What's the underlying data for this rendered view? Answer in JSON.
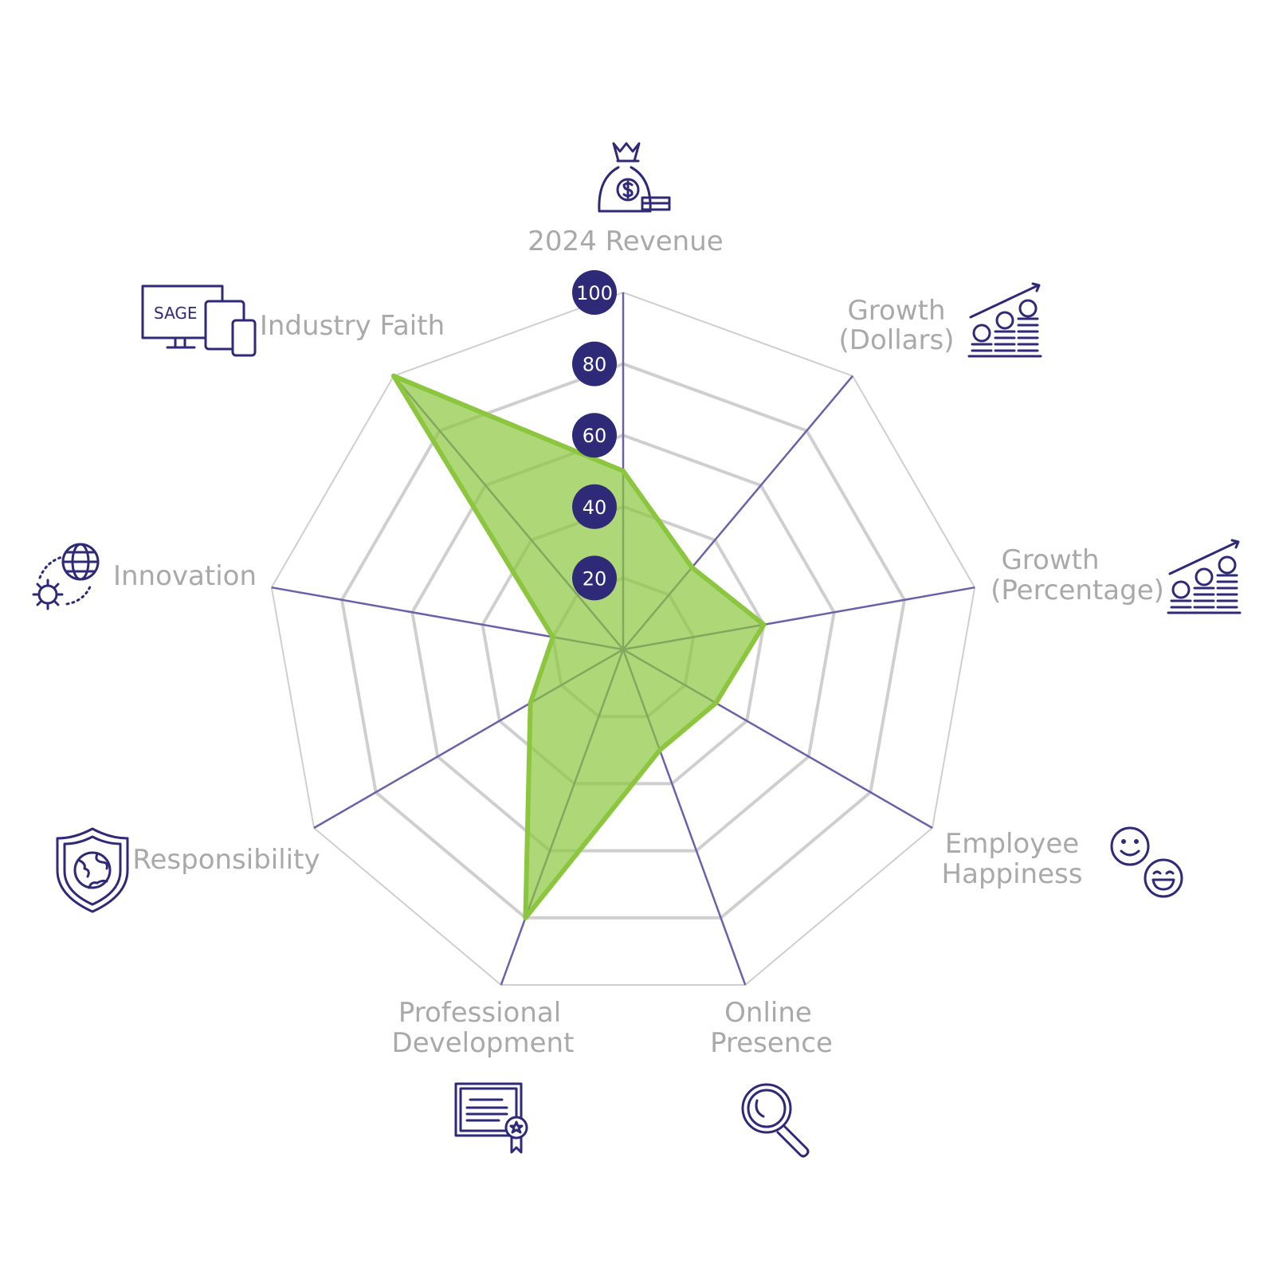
{
  "chart_data": {
    "type": "radar",
    "title": "",
    "axes": [
      {
        "label": [
          "2024 Revenue"
        ],
        "icon": "money-bag-icon"
      },
      {
        "label": [
          "Growth",
          "(Dollars)"
        ],
        "icon": "coin-stacks-growth-icon"
      },
      {
        "label": [
          "Growth",
          "(Percentage)"
        ],
        "icon": "coin-stacks-growth-icon"
      },
      {
        "label": [
          "Employee",
          "Happiness"
        ],
        "icon": "smiley-faces-icon"
      },
      {
        "label": [
          "Online",
          "Presence"
        ],
        "icon": "magnifying-glass-icon"
      },
      {
        "label": [
          "Professional",
          "Development"
        ],
        "icon": "certificate-icon"
      },
      {
        "label": [
          "Responsibility"
        ],
        "icon": "shield-globe-icon"
      },
      {
        "label": [
          "Innovation"
        ],
        "icon": "globe-gear-icon"
      },
      {
        "label": [
          "Industry Faith"
        ],
        "icon": "devices-icon"
      }
    ],
    "values": [
      50,
      30,
      40,
      30,
      30,
      80,
      30,
      20,
      100
    ],
    "rlim": [
      0,
      100
    ],
    "ticks": [
      20,
      40,
      60,
      80,
      100
    ],
    "tick_labels": [
      "20",
      "40",
      "60",
      "80",
      "100"
    ],
    "logo_text": "SAGE",
    "colors": {
      "fill": "#8cc63f",
      "axis": "#6a62a8",
      "grid": "#cfcfcf",
      "badge": "#2e2a78"
    }
  }
}
